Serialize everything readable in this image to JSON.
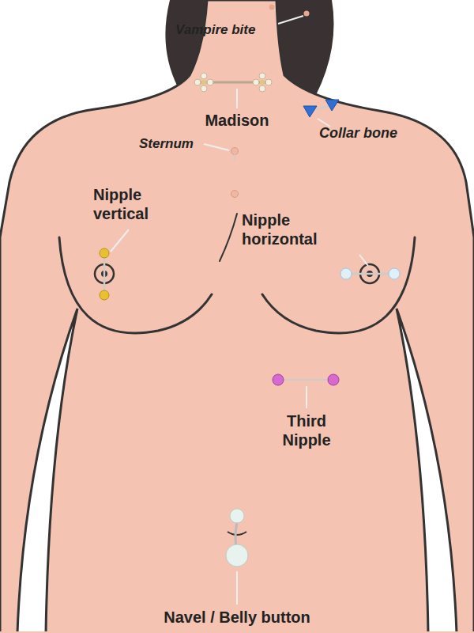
{
  "diagram": {
    "labels": [
      "Vampire bite",
      "Madison",
      "Collar bone",
      "Sternum",
      "Nipple vertical",
      "Nipple horizontal",
      "Third Nipple",
      "Navel / Belly button"
    ]
  }
}
